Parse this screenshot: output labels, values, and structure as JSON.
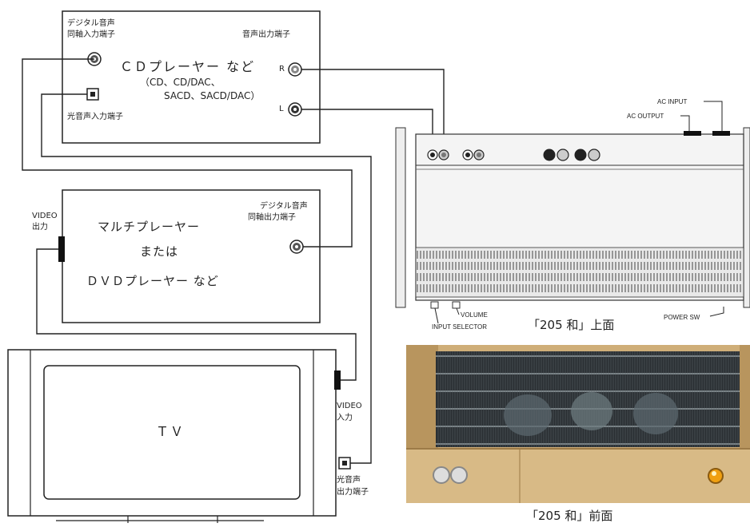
{
  "cd_player": {
    "title": "ＣＤプレーヤー など",
    "subtitle_line1": "（CD、CD/DAC、",
    "subtitle_line2": "SACD、SACD/DAC）",
    "digital_coax_in_line1": "デジタル音声",
    "digital_coax_in_line2": "同軸入力端子",
    "audio_out_label": "音声出力端子",
    "r_label": "R",
    "l_label": "L",
    "optical_in_label": "光音声入力端子"
  },
  "dvd_player": {
    "line1": "マルチプレーヤー",
    "line2": "または",
    "line3": "ＤＶＤプレーヤー など",
    "digital_coax_out_line1": "デジタル音声",
    "digital_coax_out_line2": "同軸出力端子",
    "video_out_line1": "VIDEO",
    "video_out_line2": "出力"
  },
  "tv": {
    "label": "ＴＶ",
    "video_in_line1": "VIDEO",
    "video_in_line2": "入力",
    "optical_out_line1": "光音声",
    "optical_out_line2": "出力端子"
  },
  "amp_top": {
    "ac_input": "AC INPUT",
    "ac_output": "AC OUTPUT",
    "volume": "VOLUME",
    "input_selector": "INPUT SELECTOR",
    "power_sw": "POWER SW",
    "caption": "「205 和」上面"
  },
  "amp_front": {
    "caption": "「205 和」前面"
  },
  "colors": {
    "line": "#222222",
    "wood": "#cfae78",
    "wood_dark": "#9c7a47",
    "grille": "#2a2f33",
    "lamp": "#f0a010"
  }
}
